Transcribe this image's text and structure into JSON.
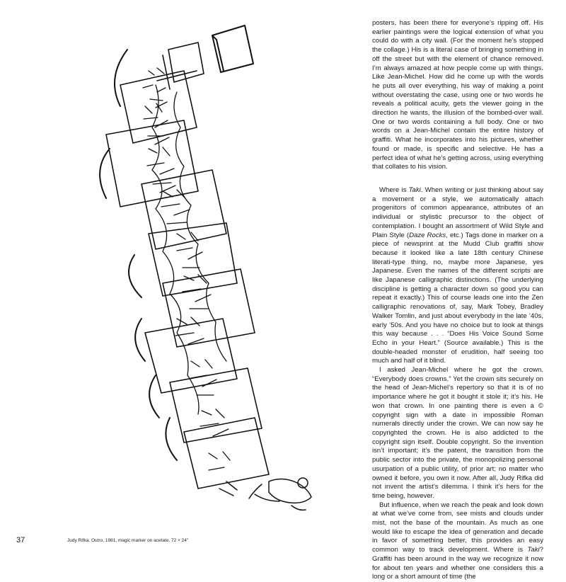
{
  "page": {
    "number": "37",
    "caption": "Judy Rifka, Outro, 1981, magic marker on acetate, 72 × 24\""
  },
  "artwork": {
    "description_icon": "line-drawing-artwork"
  },
  "text": {
    "p1": "posters, has been there for everyone’s ripping off. His earlier paintings were the logical extension of what you could do with a city wall. (For the moment he’s stopped the collage.) His is a literal case of bringing something in off the street but with the element of chance removed. I’m always amazed at how people come up with things. Like Jean-Michel. How did he come up with the words he puts all over everything, his way of making a point without overstating the case, using one or two words he reveals a political acuity, gets the viewer going in the direction he wants, the illusion of the bombed-over wall. One or two words containing a full body. One or two words on a Jean-Michel contain the entire history of graffiti. What he incorporates into his pictures, whether found or made, is specific and selective. He has a perfect idea of what he’s getting across, using everything that collates to his vision.",
    "p2_a": "Where is ",
    "p2_b": "Taki",
    "p2_c": ". When writing or just thinking about say a movement or a style, we automatically attach progenitors of common appearance, attributes of an individual or stylistic precursor to the object of contemplation. I bought an assortment of Wild Style and Plain Style (",
    "p2_d": "Daze Rocks",
    "p2_e": ", etc.) Tags done in marker on a piece of newsprint at the Mudd Club graffiti show because it looked like a late 18th century Chinese literati-type thing, no, maybe more Japanese, yes Japanese. Even the names of the different scripts are like Japanese calligraphic distinctions. (The underlying discipline is getting a character down so good you can repeat it exactly.) This of course leads one into the Zen calligraphic renovations of, say, Mark Tobey, Bradley Walker Tomlin, and just about everybody in the late ’40s, early ’50s. And you have no choice but to look at things this way because . . . “Does His Voice Sound Some Echo in your Heart.” (Source available.) This is the double-headed monster of erudition, half seeing too much and half of it blind.",
    "p3": "I asked Jean-Michel where he got the crown. “Everybody does crowns.” Yet the crown sits securely on the head of Jean-Michel’s repertory so that it is of no importance where he got it bought it stole it; it’s his. He won that crown. In one painting there is even a © copyright sign with a date in impossible Roman numerals directly under the crown. We can now say he copyrighted the crown. He is also addicted to the copyright sign itself. Double copyright. So the invention isn’t important; it’s the patent, the transition from the public sector into the private, the monopolizing personal usurpation of a public utility, of prior art; no matter who owned it before, you own it now. After all, Judy Rifka did not invent the artist’s dilemma. I think it’s hers for the time being, however.",
    "p4_a": "But influence, when we reach the peak and look down at what we’ve come from, see mists and clouds under mist, not the base of the mountain. As much as one would like to escape the idea of generation and decade in favor of something better, this provides an easy common way to track development. Where is ",
    "p4_b": "Taki",
    "p4_c": "? Graffiti has been around in the way we recognize it now for about ten years and whether one considers this a long or a short amount of time (the"
  }
}
